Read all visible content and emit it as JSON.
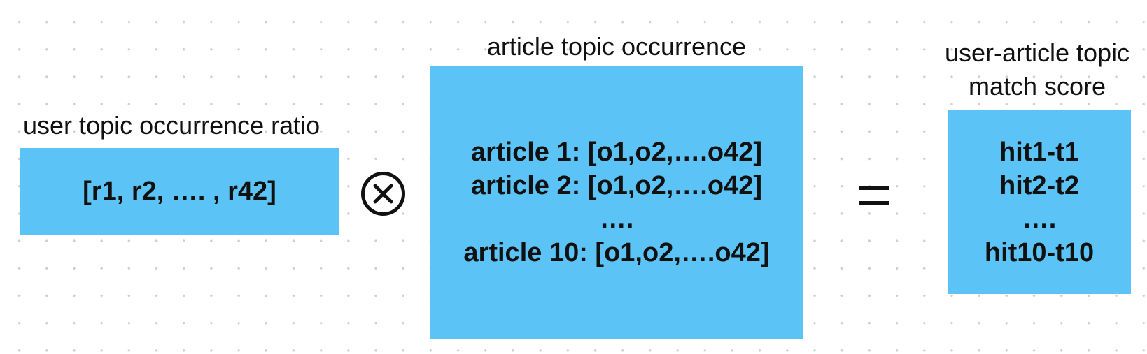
{
  "user_vector": {
    "label": "user topic occurrence ratio",
    "value": "[r1, r2, …. , r42]"
  },
  "operators": {
    "multiply_icon": "circled-times",
    "equals_icon": "equals"
  },
  "article_matrix": {
    "label": "article topic occurrence",
    "rows": [
      "article 1: [o1,o2,….o42]",
      "article 2: [o1,o2,….o42]",
      "….",
      "article 10: [o1,o2,….o42]"
    ]
  },
  "match_scores": {
    "label_line1": "user-article topic",
    "label_line2": "match score",
    "rows": [
      "hit1-t1",
      "hit2-t2",
      "….",
      "hit10-t10"
    ]
  },
  "colors": {
    "box_fill": "#5bc3f5",
    "text": "#111111",
    "grid_dot": "#cfcfcf"
  }
}
